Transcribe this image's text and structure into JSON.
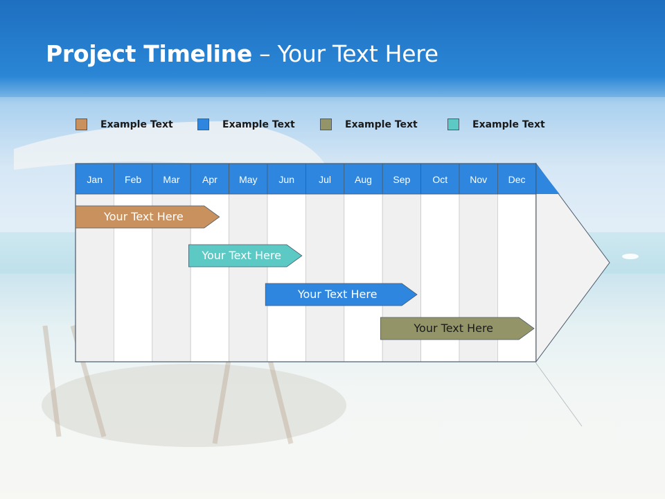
{
  "slide": {
    "title_bold": "Project Timeline",
    "title_rest": " – Your Text Here"
  },
  "legend": [
    {
      "label": "Example Text",
      "color": "#c8915e"
    },
    {
      "label": "Example Text",
      "color": "#2e86de"
    },
    {
      "label": "Example Text",
      "color": "#939569"
    },
    {
      "label": "Example Text",
      "color": "#5cc9c5"
    }
  ],
  "months": [
    "Jan",
    "Feb",
    "Mar",
    "Apr",
    "May",
    "Jun",
    "Jul",
    "Aug",
    "Sep",
    "Oct",
    "Nov",
    "Dec"
  ],
  "bars": [
    {
      "label": "Your  Text Here",
      "start": 1,
      "end": 4.75,
      "color": "#c8915e",
      "text_color": "#ffffff"
    },
    {
      "label": "Your  Text Here",
      "start": 3.95,
      "end": 6.9,
      "color": "#5cc9c5",
      "text_color": "#ffffff"
    },
    {
      "label": "Your  Text Here",
      "start": 5.95,
      "end": 9.9,
      "color": "#2e86de",
      "text_color": "#ffffff"
    },
    {
      "label": "Your  Text Here",
      "start": 8.95,
      "end": 12.95,
      "color": "#939569",
      "text_color": "#1a1a1a"
    }
  ],
  "colors": {
    "header": "#2e86de",
    "column_light": "#ffffff",
    "column_shade": "#f0f0f0",
    "arrow_fill": "#f2f2f2",
    "border": "#4a5a6a"
  }
}
